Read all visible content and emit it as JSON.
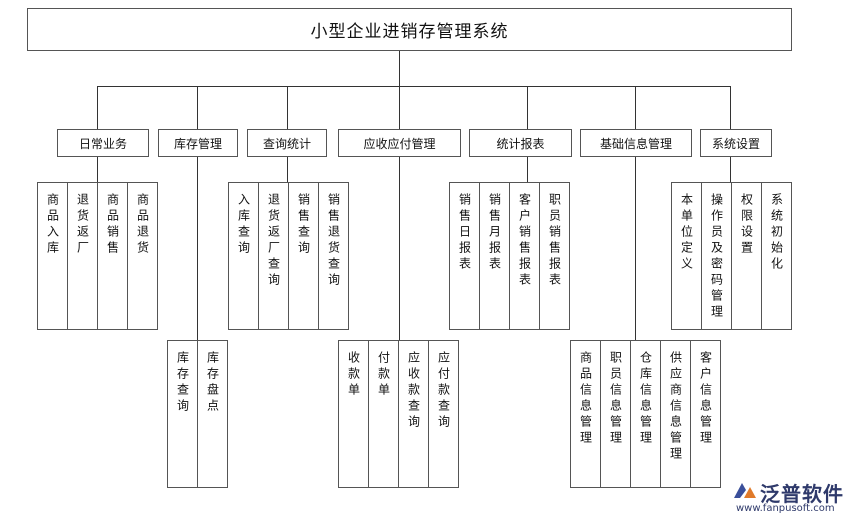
{
  "title": "小型企业进销存管理系统",
  "categories": [
    "日常业务",
    "库存管理",
    "查询统计",
    "应收应付管理",
    "统计报表",
    "基础信息管理",
    "系统设置"
  ],
  "leaves": {
    "daily": [
      "商品入库",
      "退货返厂",
      "商品销售",
      "商品退货"
    ],
    "stock": [
      "库存查询",
      "库存盘点"
    ],
    "query": [
      "入库查询",
      "退货返厂查询",
      "销售查询",
      "销售退货查询"
    ],
    "ar_ap": [
      "收款单",
      "付款单",
      "应收款查询",
      "应付款查询"
    ],
    "reports": [
      "销售日报表",
      "销售月报表",
      "客户销售报表",
      "职员销售报表"
    ],
    "basic": [
      "商品信息管理",
      "职员信息管理",
      "仓库信息管理",
      "供应商信息管理",
      "客户信息管理"
    ],
    "settings": [
      "本单位定义",
      "操作员及密码管理",
      "权限设置",
      "系统初始化"
    ]
  },
  "logo": {
    "name": "泛普软件",
    "url": "www.fanpusoft.com"
  }
}
